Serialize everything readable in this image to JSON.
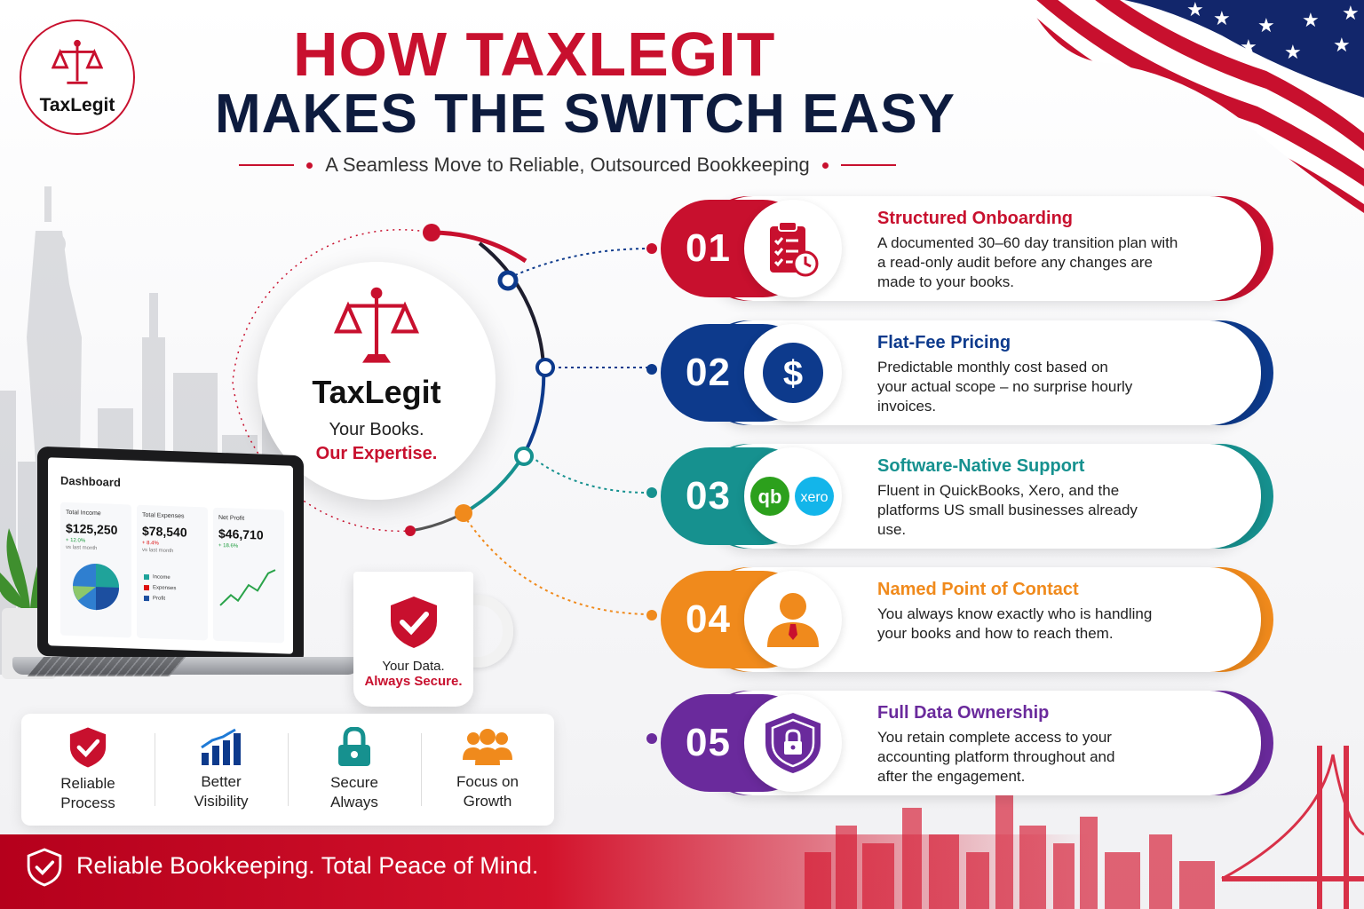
{
  "brand": {
    "logo_text": "TaxLegit",
    "colors": {
      "red": "#c8102e",
      "navy": "#0d1b3e"
    }
  },
  "header": {
    "title_line1": "HOW TAXLEGIT",
    "title_line2": "MAKES THE SWITCH EASY",
    "subtitle": "A Seamless Move to Reliable, Outsourced Bookkeeping"
  },
  "center": {
    "brand": "TaxLegit",
    "tagline1": "Your Books.",
    "tagline2": "Our Expertise."
  },
  "dashboard": {
    "title": "Dashboard",
    "kpis": [
      {
        "label": "Total Income",
        "value": "$125,250",
        "change": "+ 12.0%",
        "note": "vs last month"
      },
      {
        "label": "Total Expenses",
        "value": "$78,540",
        "change": "+ 8.4%",
        "note": "vs last month"
      },
      {
        "label": "Net Profit",
        "value": "$46,710",
        "change": "+ 18.6%",
        "note": ""
      }
    ],
    "legend": [
      "Income",
      "Expenses",
      "Profit"
    ]
  },
  "mug": {
    "line1": "Your Data.",
    "line2": "Always Secure."
  },
  "features": [
    {
      "label": "Reliable Process",
      "icon": "shield-check-icon",
      "color": "#c8102e"
    },
    {
      "label": "Better Visibility",
      "icon": "bar-chart-icon",
      "color": "#0d3a8c"
    },
    {
      "label": "Secure Always",
      "icon": "lock-icon",
      "color": "#16918f"
    },
    {
      "label": "Focus on Growth",
      "icon": "team-icon",
      "color": "#f08a1c"
    }
  ],
  "footer": {
    "text": "Reliable Bookkeeping. Total Peace of Mind."
  },
  "steps": [
    {
      "number": "01",
      "color": "#c8102e",
      "icon": "clipboard-clock-icon",
      "title": "Structured Onboarding",
      "desc": "A documented 30–60 day transition plan with a read-only audit before any changes are made to your books."
    },
    {
      "number": "02",
      "color": "#0d3a8c",
      "icon": "dollar-icon",
      "title": "Flat-Fee Pricing",
      "desc": "Predictable monthly cost based on your actual scope – no surprise hourly invoices."
    },
    {
      "number": "03",
      "color": "#16918f",
      "icon": "qb-xero-icon",
      "title": "Software-Native Support",
      "desc": "Fluent in QuickBooks, Xero, and the platforms US small businesses already use.",
      "logos": {
        "qb": "qb",
        "xero": "xero"
      }
    },
    {
      "number": "04",
      "color": "#f08a1c",
      "icon": "person-icon",
      "title": "Named Point of Contact",
      "desc": "You always know exactly who is handling your books and how to reach them."
    },
    {
      "number": "05",
      "color": "#6a2a9c",
      "icon": "shield-lock-icon",
      "title": "Full Data Ownership",
      "desc": "You retain complete access to your accounting platform throughout and after the engagement."
    }
  ]
}
